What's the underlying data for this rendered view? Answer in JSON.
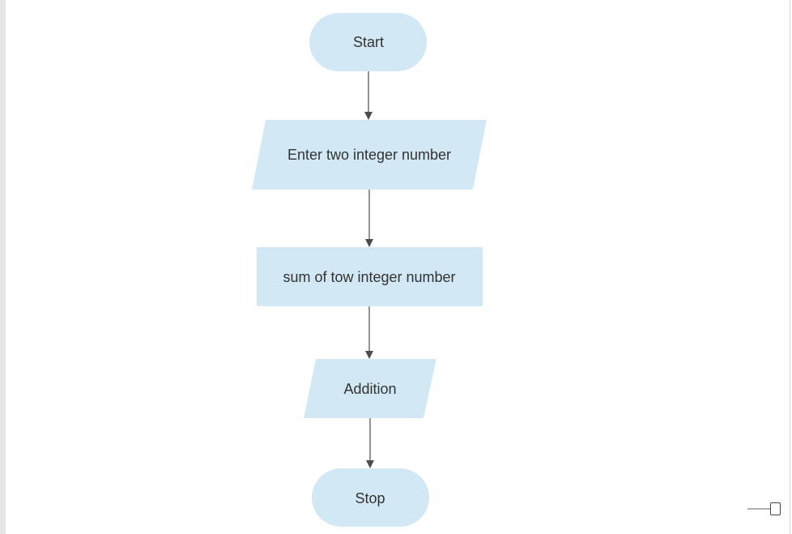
{
  "diagram": {
    "type": "flowchart",
    "fill_color": "#d2e9f5",
    "line_color": "#4d4d4d",
    "text_color": "#333333",
    "nodes": [
      {
        "id": "start",
        "shape": "terminator",
        "label": "Start"
      },
      {
        "id": "input",
        "shape": "parallelogram",
        "label": "Enter two integer number"
      },
      {
        "id": "process",
        "shape": "rectangle",
        "label": "sum of tow integer number"
      },
      {
        "id": "output",
        "shape": "parallelogram",
        "label": "Addition"
      },
      {
        "id": "stop",
        "shape": "terminator",
        "label": "Stop"
      }
    ],
    "edges": [
      {
        "from": "start",
        "to": "input"
      },
      {
        "from": "input",
        "to": "process"
      },
      {
        "from": "process",
        "to": "output"
      },
      {
        "from": "output",
        "to": "stop"
      }
    ]
  },
  "zoom": {
    "level": 0.75
  }
}
